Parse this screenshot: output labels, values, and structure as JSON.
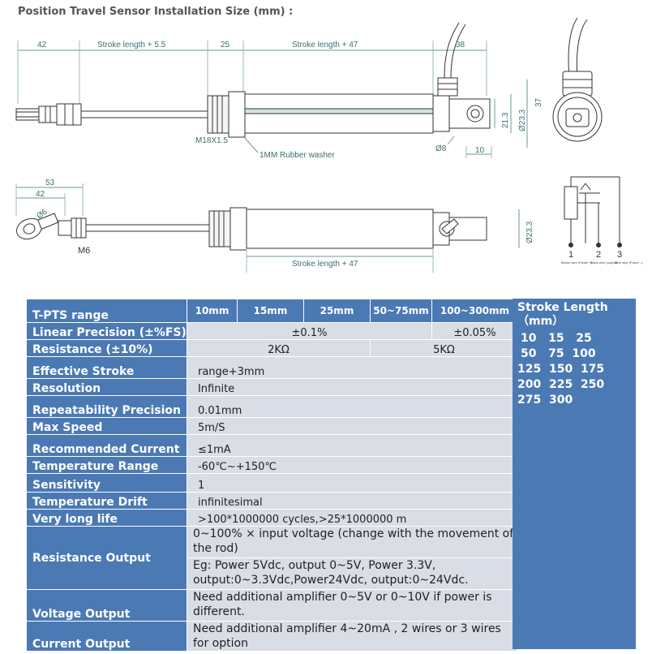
{
  "title": "Position Travel Sensor Installation Size (mm) :",
  "drawing": {
    "top": {
      "dim_42": "42",
      "dim_stroke_a": "Stroke length + 5.5",
      "dim_25": "25",
      "dim_stroke_b": "Stroke length + 47",
      "dim_38": "38",
      "dim_21_3": "21.3",
      "dim_dia_23_3": "Ø23.3",
      "dim_37": "37",
      "thread": "M18X1.5",
      "washer": "1MM Rubber washer",
      "hole": "Ø8",
      "dim_10": "10"
    },
    "bottom": {
      "dim_53": "53",
      "dim_42": "42",
      "hole": "Ø6",
      "thread": "M6",
      "dim_dia_23_3": "Ø23.3",
      "dim_stroke": "Stroke length + 47"
    },
    "wiring": {
      "pins": [
        "1",
        "2",
        "3"
      ],
      "pin_notes": [
        "Brown wire (Power +)",
        "Black wire (output)",
        "Blue wire (Power -)"
      ]
    }
  },
  "table": {
    "header_label": "T-PTS range",
    "ranges": [
      "10mm",
      "15mm",
      "25mm",
      "50~75mm",
      "100~300mm"
    ],
    "linear_precision": {
      "label": "Linear Precision (±%FS)",
      "a": "±0.1%",
      "b": "±0.05%"
    },
    "resistance": {
      "label": "Resistance (±10%)",
      "a": "2KΩ",
      "b": "5KΩ"
    },
    "rows": [
      {
        "label": "Effective Stroke",
        "value": "range+3mm"
      },
      {
        "label": "Resolution",
        "value": "Infinite"
      },
      {
        "label": "Repeatability Precision",
        "value": "0.01mm"
      },
      {
        "label": "Max Speed",
        "value": "5m/S"
      },
      {
        "label": "Recommended Current",
        "value": "≤1mA"
      },
      {
        "label": "Temperature Range",
        "value": "-60℃~+150℃"
      },
      {
        "label": "Sensitivity",
        "value": "1"
      },
      {
        "label": "Temperature Drift",
        "value": "infinitesimal"
      },
      {
        "label": "Very long life",
        "value": ">100*1000000 cycles,>25*1000000 m"
      }
    ],
    "resistance_output": {
      "label": "Resistance Output",
      "line1": "0~100% × input voltage (change with the movement of the rod)",
      "line2": "Eg: Power 5Vdc, output 0~5V, Power 3.3V, output:0~3.3Vdc,Power24Vdc, output:0~24Vdc."
    },
    "voltage_output": {
      "label": "Voltage Output",
      "value": "Need additional amplifier 0~5V or 0~10V if power is different."
    },
    "current_output": {
      "label": "Current Output",
      "value": "Need additional amplifier 4~20mA , 2 wires or 3 wires for option"
    }
  },
  "stroke_panel": {
    "title_line1": "Stroke Length",
    "title_line2": "（mm）",
    "lines": [
      "10   15   25",
      "50   75  100",
      "125  150  175",
      "200  225  250",
      "275  300"
    ]
  },
  "colors": {
    "header_blue": "#4b79b4",
    "cell_gray": "#d8dde6",
    "dimension_teal": "#3a6f6f"
  }
}
